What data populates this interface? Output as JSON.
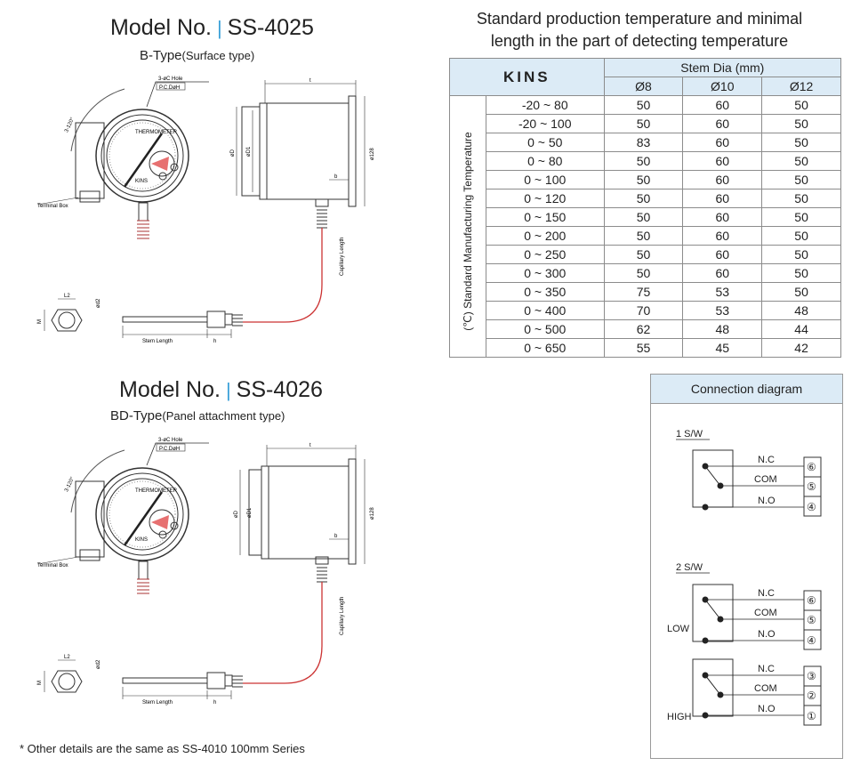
{
  "ss4025": {
    "prefix": "Model No.",
    "model": "SS-4025",
    "type_main": "B-Type",
    "type_paren": "(Surface type)"
  },
  "ss4026": {
    "prefix": "Model No.",
    "model": "SS-4026",
    "type_main": "BD-Type",
    "type_paren": "(Panel attachment type)"
  },
  "drawing_labels": {
    "hole": "3-øC Hole",
    "pcd": "P.C.DøH",
    "terminal_box": "Terminal Box",
    "angle": "3-120°",
    "t": "t",
    "b": "b",
    "d": "øD",
    "d1": "øD1",
    "d128": "ø128",
    "d2": "ød2",
    "l2": "L2",
    "m": "M",
    "h": "h",
    "stem_length": "Stem Length",
    "capillary_length": "Capillary Length",
    "brand_small": "THERMOMETER",
    "kins_small": "KINS"
  },
  "table": {
    "title_line1": "Standard production temperature and minimal",
    "title_line2": "length in the part of detecting temperature",
    "brand": "KINS",
    "stem_dia": "Stem Dia (mm)",
    "columns": [
      "Ø8",
      "Ø10",
      "Ø12"
    ],
    "vertical_label": "(℃) Standard Manufacturing Temperature",
    "rows": [
      {
        "range": "-20 ~ 80",
        "v": [
          "50",
          "60",
          "50"
        ]
      },
      {
        "range": "-20 ~ 100",
        "v": [
          "50",
          "60",
          "50"
        ]
      },
      {
        "range": "0 ~ 50",
        "v": [
          "83",
          "60",
          "50"
        ]
      },
      {
        "range": "0 ~ 80",
        "v": [
          "50",
          "60",
          "50"
        ]
      },
      {
        "range": "0 ~ 100",
        "v": [
          "50",
          "60",
          "50"
        ]
      },
      {
        "range": "0 ~ 120",
        "v": [
          "50",
          "60",
          "50"
        ]
      },
      {
        "range": "0 ~ 150",
        "v": [
          "50",
          "60",
          "50"
        ]
      },
      {
        "range": "0 ~ 200",
        "v": [
          "50",
          "60",
          "50"
        ]
      },
      {
        "range": "0 ~ 250",
        "v": [
          "50",
          "60",
          "50"
        ]
      },
      {
        "range": "0 ~ 300",
        "v": [
          "50",
          "60",
          "50"
        ]
      },
      {
        "range": "0 ~ 350",
        "v": [
          "75",
          "53",
          "50"
        ]
      },
      {
        "range": "0 ~ 400",
        "v": [
          "70",
          "53",
          "48"
        ]
      },
      {
        "range": "0 ~ 500",
        "v": [
          "62",
          "48",
          "44"
        ]
      },
      {
        "range": "0 ~ 650",
        "v": [
          "55",
          "45",
          "42"
        ]
      }
    ]
  },
  "connection": {
    "title": "Connection diagram",
    "sw1": "1 S/W",
    "sw2": "2 S/W",
    "nc": "N.C",
    "com": "COM",
    "no": "N.O",
    "low": "LOW",
    "high": "HIGH",
    "t6": "⑥",
    "t5": "⑤",
    "t4": "④",
    "t3": "③",
    "t2": "②",
    "t1": "①"
  },
  "footnote": "* Other details are the same as SS-4010 100mm Series"
}
